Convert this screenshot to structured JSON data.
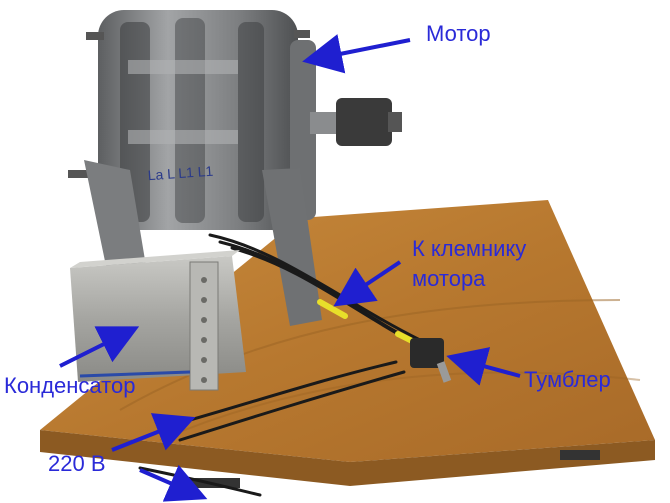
{
  "labels": {
    "motor": "Мотор",
    "terminal": "К клемнику мотора",
    "capacitor": "Конденсатор",
    "toggle": "Тумблер",
    "voltage": "220 В"
  },
  "motor_markings": "La L  L1  L1",
  "colors": {
    "label_text": "#2a2ad8",
    "arrow": "#1f1fd0",
    "board": "#b7782f",
    "motor_metal": "#8c8e90",
    "capacitor_metal": "#a9a9a7",
    "background": "#ffffff"
  }
}
